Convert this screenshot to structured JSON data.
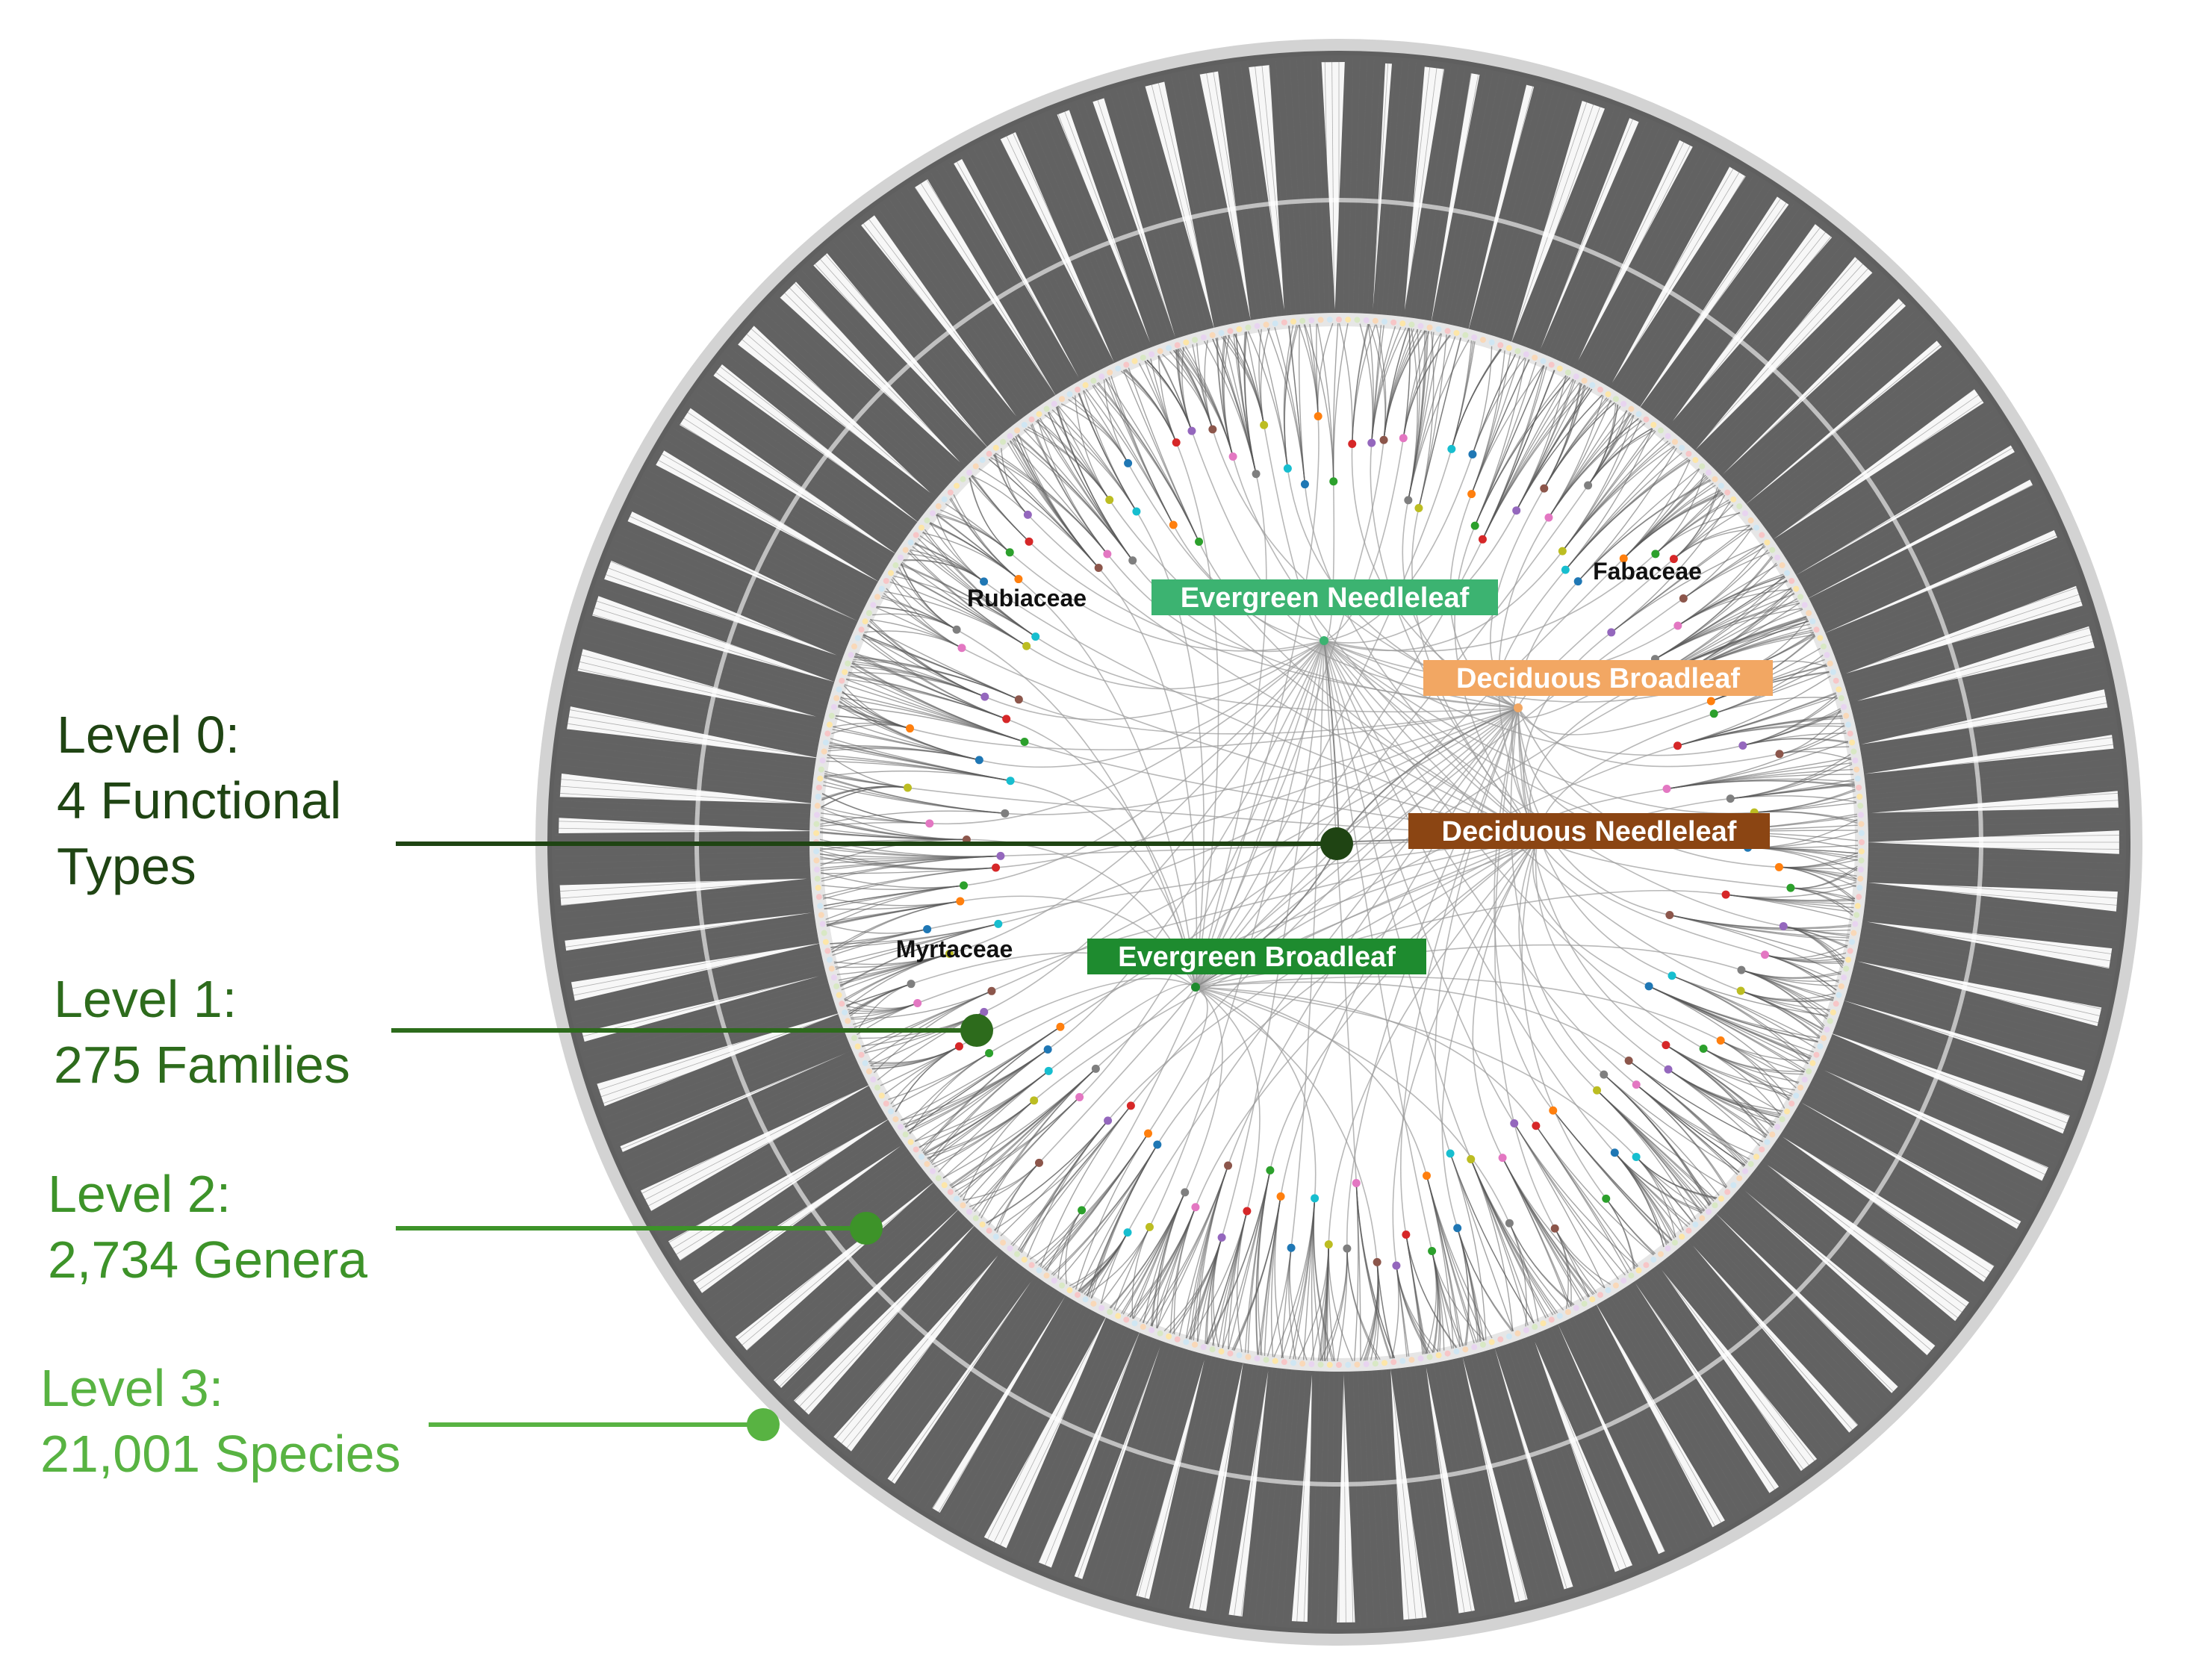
{
  "levels": [
    {
      "title": "Level 0:",
      "line2": "4 Functional",
      "line3": "Types",
      "color": "#1f4413"
    },
    {
      "title": "Level 1:",
      "line2": "275 Families",
      "color": "#2d6b1c"
    },
    {
      "title": "Level 2:",
      "line2": "2,734 Genera",
      "color": "#3d9329"
    },
    {
      "title": "Level 3:",
      "line2": "21,001 Species",
      "color": "#58b342"
    }
  ],
  "functional_types": [
    {
      "label": "Evergreen Needleleaf",
      "color": "#3cb371"
    },
    {
      "label": "Deciduous Broadleaf",
      "color": "#f2a763"
    },
    {
      "label": "Deciduous Needleleaf",
      "color": "#8b4513"
    },
    {
      "label": "Evergreen Broadleaf",
      "color": "#1e8b2f"
    }
  ],
  "families": [
    {
      "label": "Rubiaceae"
    },
    {
      "label": "Fabaceae"
    },
    {
      "label": "Myrtaceae"
    }
  ],
  "colors": {
    "ring_outer": "#d3d3d3",
    "species_lines": "#555555",
    "genus_ring": "#e6e6e6",
    "family_edges": "#9a9a9a"
  }
}
